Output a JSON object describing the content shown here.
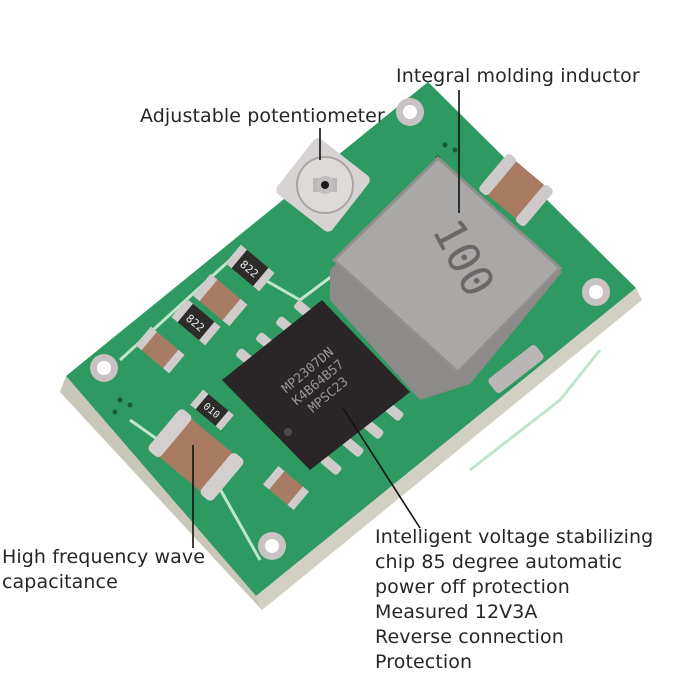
{
  "annotations": {
    "inductor": "Integral molding inductor",
    "potentiometer": "Adjustable potentiometer",
    "capacitor": {
      "lines": [
        "High frequency wave",
        "capacitance"
      ]
    },
    "chip": {
      "lines": [
        "Intelligent voltage stabilizing",
        "chip 85 degree automatic",
        "power off protection",
        "Measured 12V3A",
        "Reverse connection",
        "Protection"
      ]
    }
  },
  "component_markings": {
    "inductor_code": "100",
    "chip_line1": "MP2307DN",
    "chip_line2": "K4B64B57",
    "chip_line3": "MPSC23",
    "resistor_a": "822",
    "resistor_b": "822",
    "resistor_c": "010"
  },
  "colors": {
    "pcb_green": "#2e9a62",
    "pcb_silkscreen": "#d8efe0",
    "inductor_gray": "#a9a6a6",
    "chip_black": "#2a2627",
    "capacitor_brown": "#a97a62",
    "pad_silver": "#cfcaca",
    "pointer_line": "#111111",
    "label_text": "#262626"
  }
}
